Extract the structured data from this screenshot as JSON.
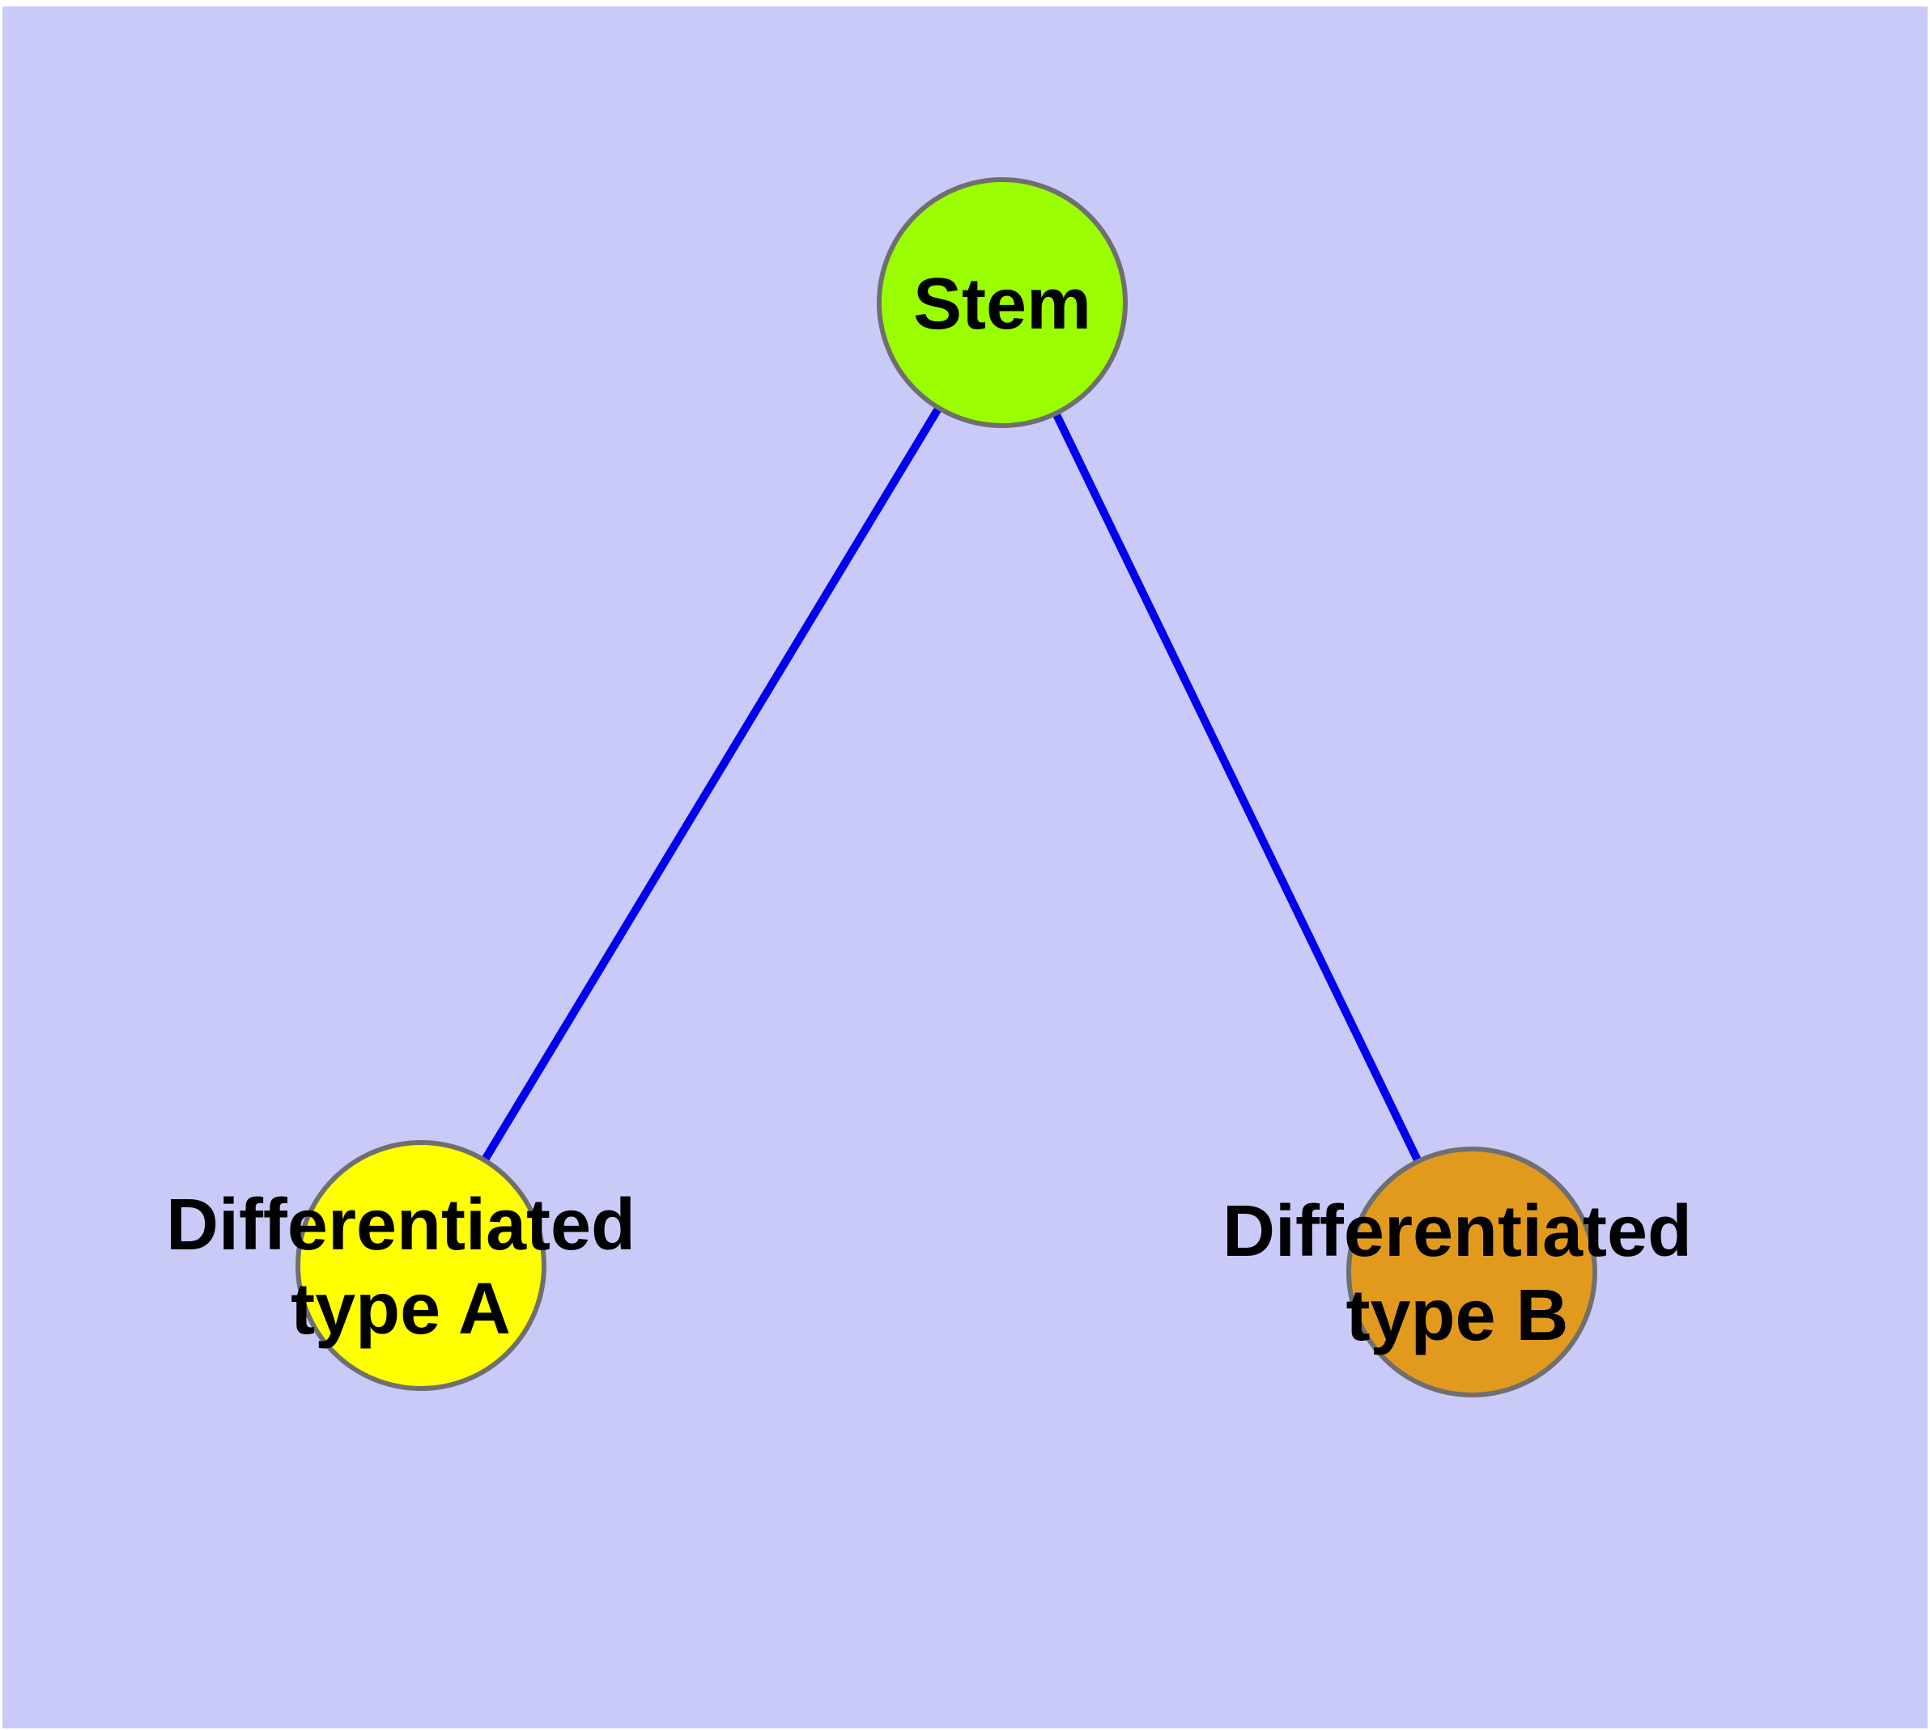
{
  "diagram": {
    "type": "graph",
    "background_color": "#CACAF9",
    "margin_color": "#FFFFFF",
    "edge_color": "#0000EE",
    "node_border_color": "#6F6F6F",
    "label_color": "#000000",
    "nodes": {
      "stem": {
        "label": "Stem",
        "color": "#9AFE00"
      },
      "type_a": {
        "label_lines": [
          "Differentiated",
          "type A"
        ],
        "color": "#FFFF00"
      },
      "type_b": {
        "label_lines": [
          "Differentiated",
          "type B"
        ],
        "color": "#E29A1E"
      }
    },
    "edges": [
      {
        "from": "Stem",
        "to": "Differentiated type A"
      },
      {
        "from": "Stem",
        "to": "Differentiated type B"
      }
    ]
  }
}
